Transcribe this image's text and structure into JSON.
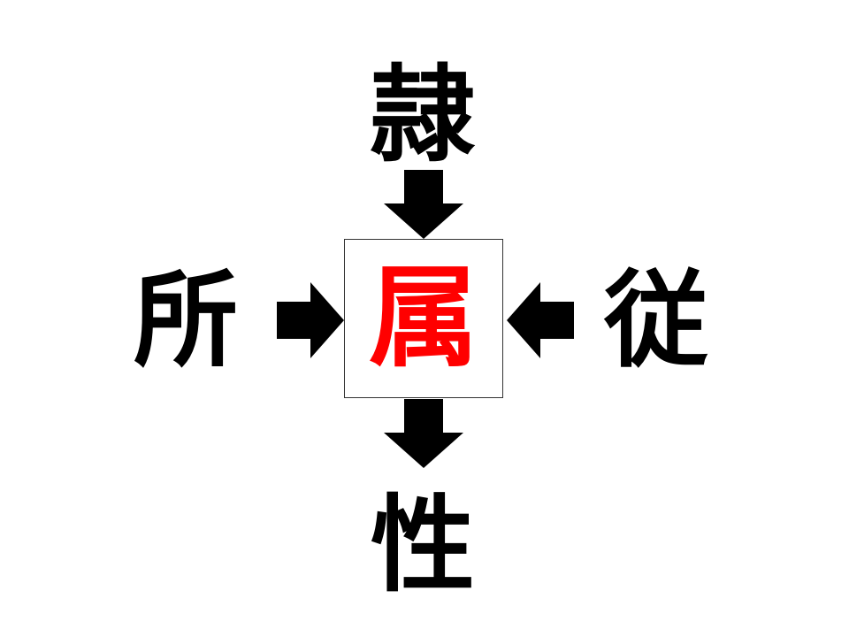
{
  "puzzle": {
    "top": "隷",
    "left": "所",
    "right": "従",
    "bottom": "性",
    "answer": "属"
  },
  "colors": {
    "answer": "#ff0000",
    "kanji": "#000000",
    "arrow": "#000000"
  },
  "icons": {
    "top_arrow": "arrow-down-icon",
    "left_arrow": "arrow-right-icon",
    "right_arrow": "arrow-left-icon",
    "bottom_arrow": "arrow-down-icon"
  }
}
